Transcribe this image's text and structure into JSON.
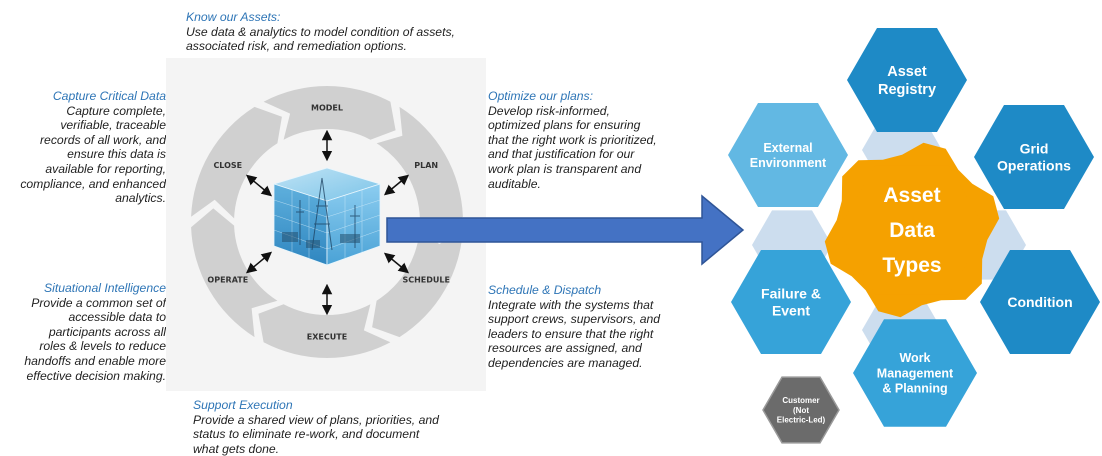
{
  "colors": {
    "heading": "#2e75b6",
    "ring": "#d0d0d0",
    "arrow": "#4472c4",
    "hex_dark": "#1e8ac6",
    "hex_mid": "#36a3d9",
    "hex_light": "#62b8e3",
    "hex_center": "#f5a100",
    "hex_gray": "#6b6b6b"
  },
  "cycle": {
    "segments": [
      "MODEL",
      "PLAN",
      "SCHEDULE",
      "EXECUTE",
      "OPERATE",
      "CLOSE"
    ]
  },
  "texts": {
    "know": {
      "heading": "Know our Assets:",
      "body": "Use data & analytics to model condition of assets,\nassociated risk, and remediation options."
    },
    "capture": {
      "heading": "Capture Critical Data",
      "body": "Capture complete,\nverifiable, traceable\nrecords of all work, and\nensure this data is\navailable for reporting,\ncompliance, and enhanced\nanalytics."
    },
    "optimize": {
      "heading": "Optimize our plans:",
      "body": "Develop risk-informed,\noptimized plans for ensuring\nthat the right work is prioritized,\nand that justification for our\nwork plan is transparent and\nauditable."
    },
    "situational": {
      "heading": "Situational Intelligence",
      "body": "Provide a common set of\naccessible data to\nparticipants across all\nroles & levels to reduce\nhandoffs and enable more\neffective decision making."
    },
    "schedule": {
      "heading": "Schedule & Dispatch",
      "body": "Integrate with the systems that\nsupport crews, supervisors, and\nleaders to ensure that the right\nresources are assigned, and\ndependencies are managed."
    },
    "support": {
      "heading": "Support Execution",
      "body": "Provide a shared view of plans, priorities, and\nstatus to eliminate re-work, and document\nwhat gets done."
    }
  },
  "hexes": {
    "center": [
      "Asset",
      "Data",
      "Types"
    ],
    "asset_registry": [
      "Asset",
      "Registry"
    ],
    "grid_operations": [
      "Grid",
      "Operations"
    ],
    "condition": [
      "Condition"
    ],
    "work_management": [
      "Work",
      "Management",
      "& Planning"
    ],
    "failure_event": [
      "Failure &",
      "Event"
    ],
    "external_environment": [
      "External",
      "Environment"
    ],
    "customer": [
      "Customer",
      "(Not",
      "Electric-Led)"
    ]
  }
}
